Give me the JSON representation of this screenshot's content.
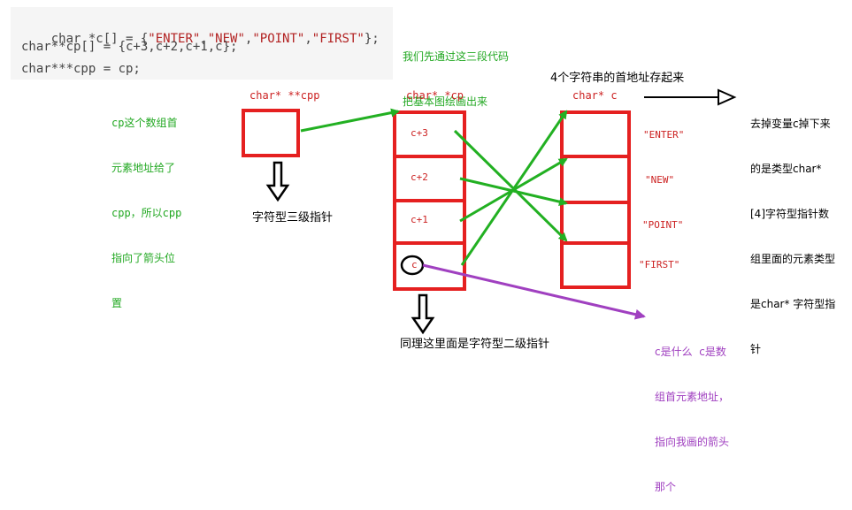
{
  "code": {
    "line1": {
      "decl": "char *c[] = {",
      "s1": "\"ENTER\"",
      "s2": "\"NEW\"",
      "s3": "\"POINT\"",
      "s4": "\"FIRST\"",
      "end": "};"
    },
    "line2": "char**cp[] = {c+3,c+2,c+1,c};",
    "line3": "char***cpp = cp;"
  },
  "notes": {
    "top_green": [
      "我们先通过这三段代码",
      "把基本图绘画出来"
    ],
    "cp_explain": [
      "cp这个数组首",
      "元素地址给了",
      "cpp，所以cpp",
      "指向了箭头位",
      "置"
    ],
    "store_addr": "4个字符串的首地址存起来",
    "right_explain": [
      "去掉变量c掉下来",
      "的是类型char*",
      "[4]字符型指针数",
      "组里面的元素类型",
      "是char* 字符型指",
      "针"
    ],
    "cpp_level": "字符型三级指针",
    "cp_level": "同理这里面是字符型二级指针",
    "c_explain": [
      "c是什么  c是数",
      "组首元素地址，",
      "指向我画的箭头",
      "那个"
    ]
  },
  "labels": {
    "cpp_title": "char* **cpp",
    "cp_title": "char* *cp",
    "c_title": "char* c"
  },
  "cp_cells": [
    "c+3",
    "c+2",
    "c+1",
    "c"
  ],
  "strings": [
    "\"ENTER\"",
    "\"NEW\"",
    "\"POINT\"",
    "\"FIRST\""
  ],
  "colors": {
    "box_red": "#e52020",
    "arrow_green": "#22b022",
    "arrow_purple": "#a040c0",
    "keyword_red": "#b22222",
    "text_green": "#22a822"
  }
}
